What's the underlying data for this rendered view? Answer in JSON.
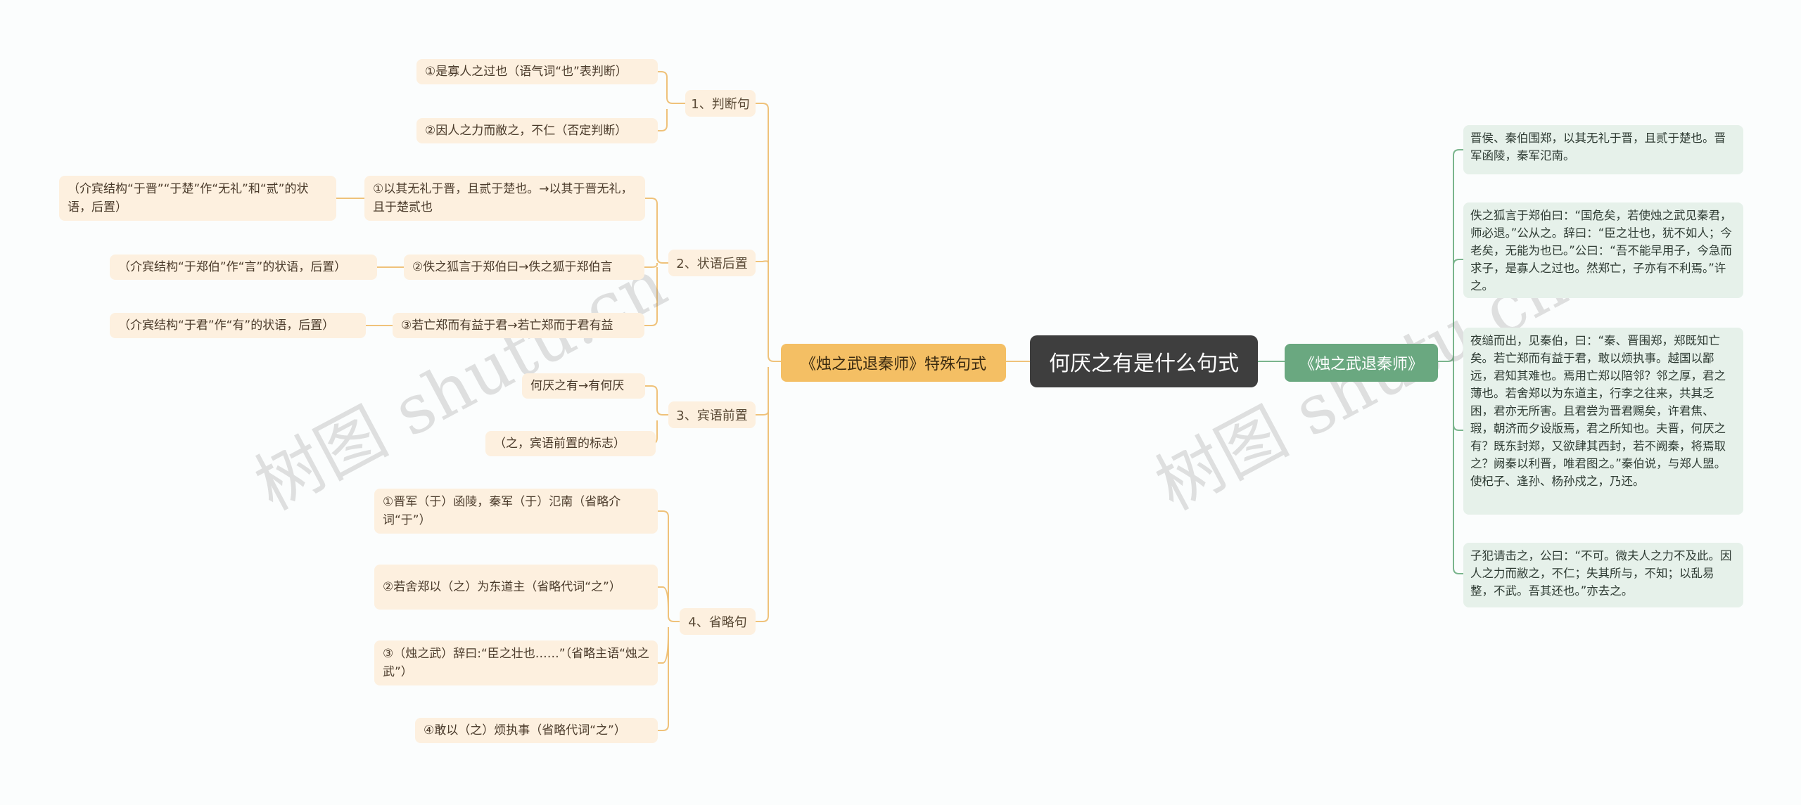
{
  "root": {
    "label": "何厌之有是什么句式"
  },
  "left_branch": {
    "label": "《烛之武退秦师》特殊句式",
    "categories": [
      {
        "label": "1、判断句",
        "items": [
          {
            "label": "①是寡人之过也（语气词“也”表判断）"
          },
          {
            "label": "②因人之力而敝之，不仁（否定判断）"
          }
        ]
      },
      {
        "label": "2、状语后置",
        "items": [
          {
            "label": "①以其无礼于晋，且贰于楚也。→以其于晋无礼，且于楚贰也",
            "note": "（介宾结构“于晋”“于楚”作“无礼”和“贰”的状语，后置）"
          },
          {
            "label": "②佚之狐言于郑伯曰→佚之狐于郑伯言",
            "note": "（介宾结构“于郑伯”作“言”的状语，后置）"
          },
          {
            "label": "③若亡郑而有益于君→若亡郑而于君有益",
            "note": "（介宾结构“于君”作“有”的状语，后置）"
          }
        ]
      },
      {
        "label": "3、宾语前置",
        "items": [
          {
            "label": "何厌之有→有何厌"
          },
          {
            "label": "（之，宾语前置的标志）"
          }
        ]
      },
      {
        "label": "4、省略句",
        "items": [
          {
            "label": "①晋军（于）函陵，秦军（于）氾南（省略介词“于”）"
          },
          {
            "label": "②若舍郑以（之）为东道主（省略代词“之”）"
          },
          {
            "label": "③（烛之武）辞曰:“臣之壮也……”（省略主语“烛之武”）"
          },
          {
            "label": "④敢以（之）烦执事（省略代词“之”）"
          }
        ]
      }
    ]
  },
  "right_branch": {
    "label": "《烛之武退秦师》",
    "paragraphs": [
      "晋侯、秦伯围郑，以其无礼于晋，且贰于楚也。晋军函陵，秦军氾南。",
      "佚之狐言于郑伯曰：“国危矣，若使烛之武见秦君，师必退。”公从之。辞曰：“臣之壮也，犹不如人；今老矣，无能为也已。”公曰：“吾不能早用子，今急而求子，是寡人之过也。然郑亡，子亦有不利焉。”许之。",
      "夜缒而出，见秦伯，曰：“秦、晋围郑，郑既知亡矣。若亡郑而有益于君，敢以烦执事。越国以鄙远，君知其难也。焉用亡郑以陪邻？邻之厚，君之薄也。若舍郑以为东道主，行李之往来，共其乏困，君亦无所害。且君尝为晋君赐矣，许君焦、瑕，朝济而夕设版焉，君之所知也。夫晋，何厌之有？既东封郑，又欲肆其西封，若不阙秦，将焉取之？阙秦以利晋，唯君图之。”秦伯说，与郑人盟。使杞子、逢孙、杨孙戍之，乃还。",
      "子犯请击之，公曰：“不可。微夫人之力不及此。因人之力而敝之，不仁；失其所与，不知；以乱易整，不武。吾其还也。”亦去之。"
    ]
  },
  "watermark": {
    "text": "树图 shutu.cn"
  },
  "colors": {
    "root": "#3e3e3e",
    "left_branch": "#f4bf64",
    "right_branch": "#6aa880",
    "left_line": "#efc27a",
    "right_line": "#7ab58d",
    "leaf_fill": "#fdf0df",
    "text_fill": "#e6f1ea"
  }
}
